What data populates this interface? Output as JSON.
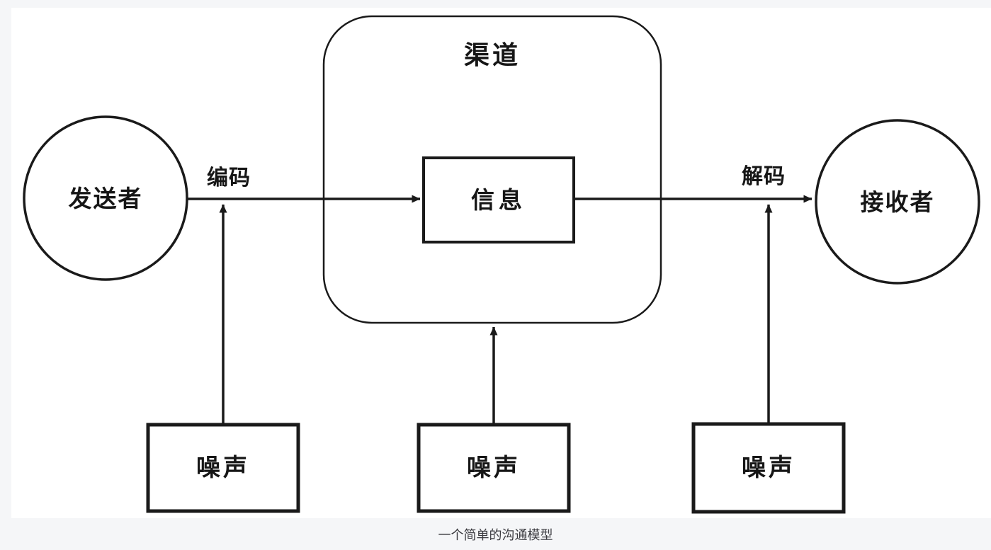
{
  "colors": {
    "page_background": "#f5f6f8",
    "canvas_background": "#ffffff",
    "stroke": "#1a1a1a",
    "label_text": "#161616",
    "caption_text": "#3b3b40"
  },
  "nodes": {
    "sender": "发送者",
    "receiver": "接收者",
    "channel": "渠道",
    "message": "信息",
    "noise": [
      "噪声",
      "噪声",
      "噪声"
    ]
  },
  "edges": {
    "encode": "编码",
    "decode": "解码"
  },
  "caption": "一个简单的沟通模型"
}
